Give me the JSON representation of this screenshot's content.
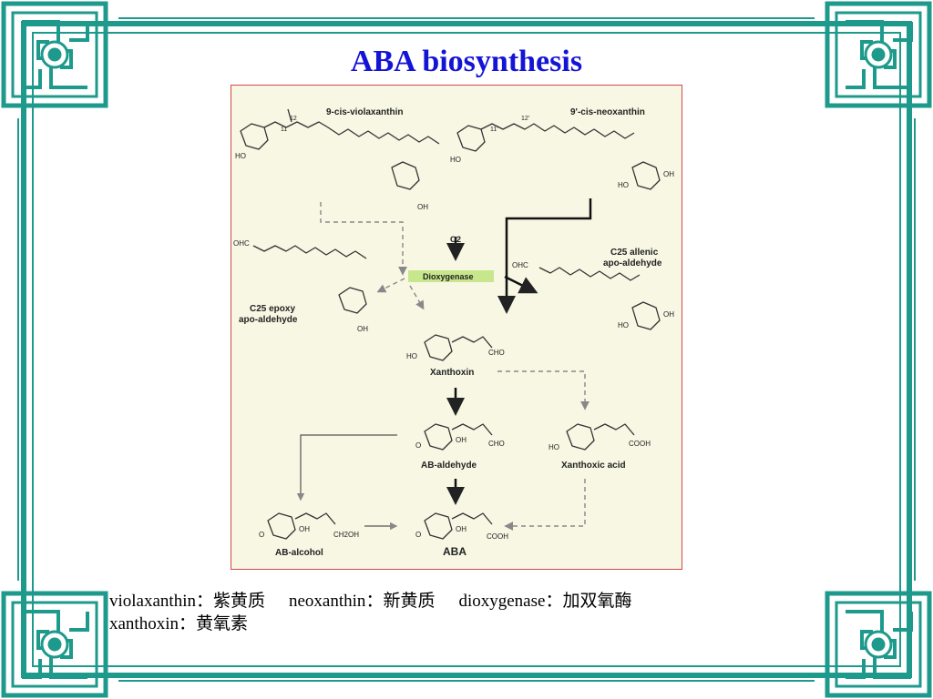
{
  "slide": {
    "title": "ABA biosynthesis",
    "colors": {
      "title": "#1414d6",
      "frame": "#1e9a8c",
      "diagram_bg": "#f7f7e4",
      "diagram_border": "#d24848",
      "enzyme_highlight": "#c8e68c"
    }
  },
  "diagram": {
    "compounds": {
      "violaxanthin": "9-cis-violaxanthin",
      "neoxanthin": "9'-cis-neoxanthin",
      "c25_epoxy": [
        "C25 epoxy",
        "apo-aldehyde"
      ],
      "c25_allenic": [
        "C25 allenic",
        "apo-aldehyde"
      ],
      "xanthoxin": "Xanthoxin",
      "ab_aldehyde": "AB-aldehyde",
      "xanthoxic_acid": "Xanthoxic acid",
      "ab_alcohol": "AB-alcohol",
      "aba": "ABA"
    },
    "enzyme": "Dioxygenase",
    "cofactor": "O2",
    "groups": {
      "oh": "OH",
      "ho": "HO",
      "ohc": "OHC",
      "cho": "CHO",
      "cooh": "COOH",
      "ch2oh": "CH2OH",
      "o": "O"
    },
    "locants": {
      "l11": "11",
      "l12": "12",
      "l11p": "11'",
      "l12p": "12'"
    }
  },
  "caption": {
    "terms": [
      {
        "en": "violaxanthin",
        "zh": "：紫黄质"
      },
      {
        "en": "neoxanthin",
        "zh": "：新黄质"
      },
      {
        "en": "dioxygenase",
        "zh": "：加双氧酶"
      },
      {
        "en": "xanthoxin",
        "zh": "：黄氧素"
      }
    ]
  }
}
